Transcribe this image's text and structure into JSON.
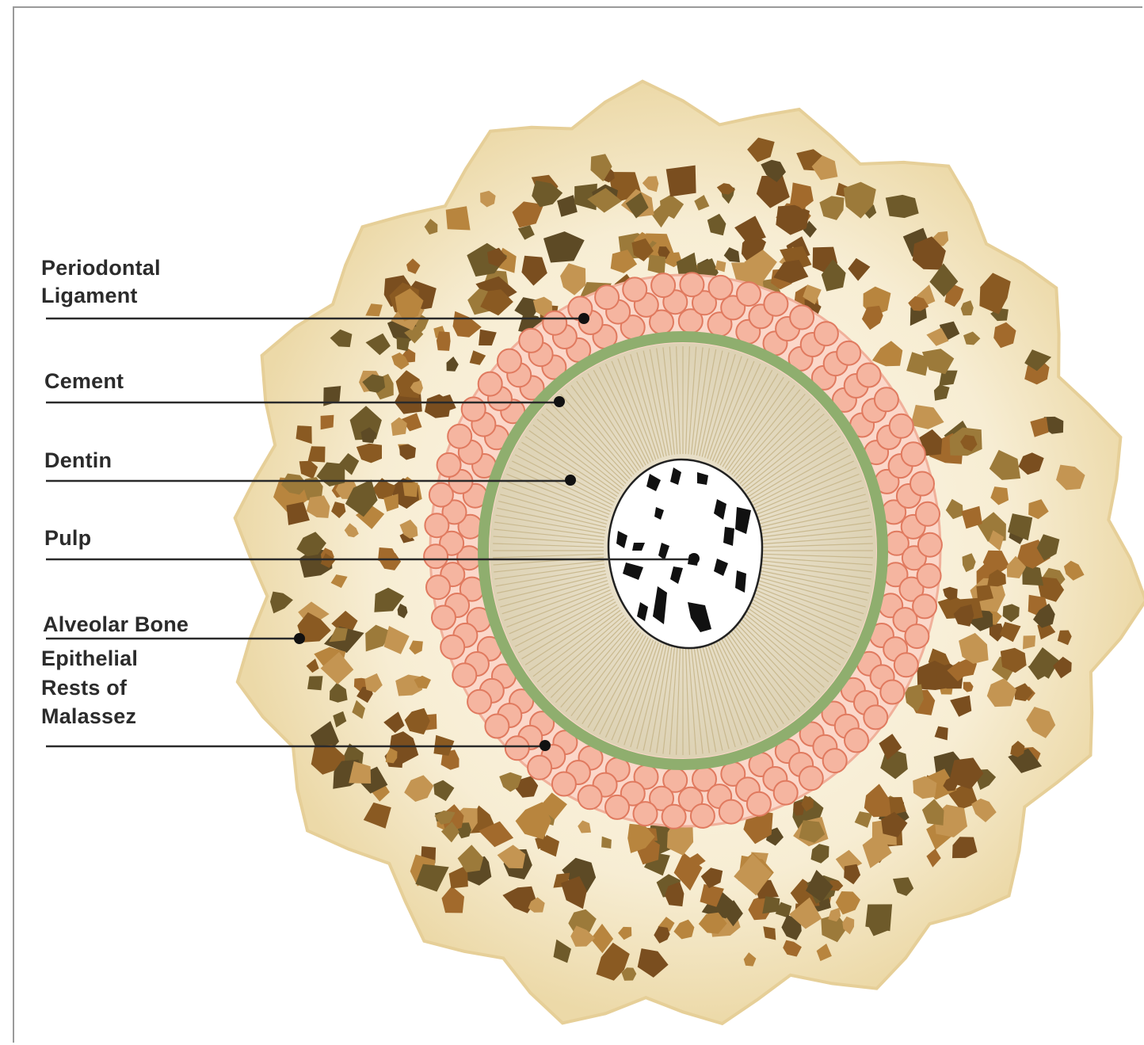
{
  "labels": {
    "periodontal_ligament": [
      "Periodontal",
      "Ligament"
    ],
    "cement": "Cement",
    "dentin": "Dentin",
    "pulp": "Pulp",
    "alveolar_bone": "Alveolar Bone",
    "epithelial_rests": [
      "Epithelial",
      "Rests of",
      "Malassez"
    ]
  },
  "colors": {
    "bone_base": "#f3e6c4",
    "bone_light": "#fbf4e2",
    "bone_pieces": [
      "#8a5a22",
      "#a26a2c",
      "#6e5a2a",
      "#b8853e",
      "#5d4a25",
      "#c49552",
      "#7a4e1f",
      "#9c7a3a"
    ],
    "ligament_cells": "#f5b5a0",
    "ligament_outline": "#e07a5f",
    "cement_ring": "#8fae6e",
    "dentin": "#e4dcc4",
    "dentin_tubules": "#c9b98f",
    "pulp": "#ffffff"
  }
}
